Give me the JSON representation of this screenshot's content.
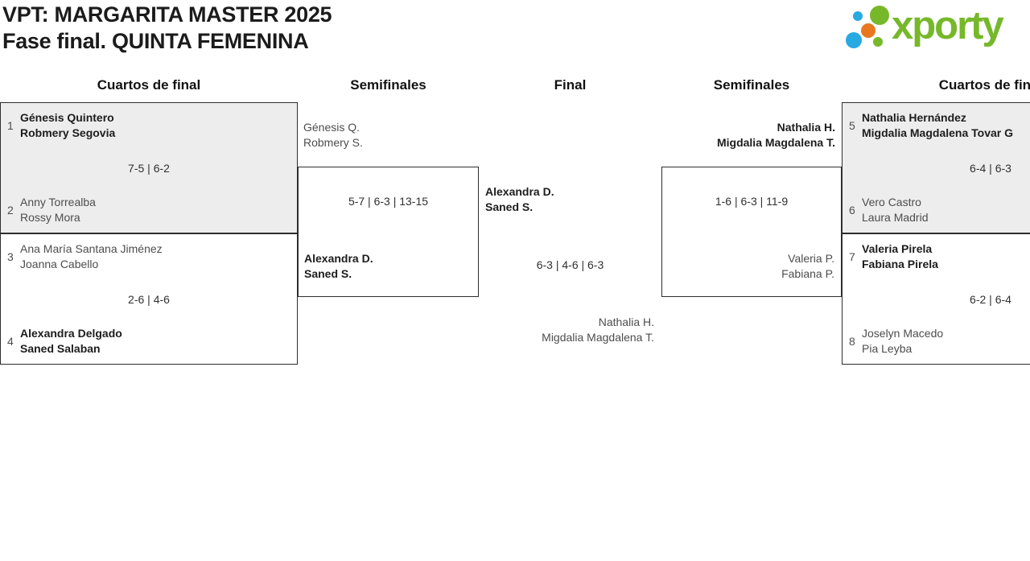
{
  "header": {
    "title_line1": "VPT: MARGARITA MASTER 2025",
    "title_line2": "Fase final. QUINTA FEMENINA",
    "logo_text": "xporty",
    "logo_colors": {
      "green": "#76b82a",
      "blue": "#29a9e1",
      "orange": "#e8781f"
    }
  },
  "rounds": {
    "qf_left": "Cuartos de final",
    "sf_left": "Semifinales",
    "final": "Final",
    "sf_right": "Semifinales",
    "qf_right": "Cuartos de final"
  },
  "colors": {
    "box_border": "#2e2e2e",
    "box_shaded_bg": "#ededed",
    "winner_text": "#1d1d1d",
    "loser_text": "#4d4d4d"
  },
  "matches": {
    "qf1": {
      "seed_top": "1",
      "team_top": [
        "Génesis Quintero",
        "Robmery Segovia"
      ],
      "score": "7-5 | 6-2",
      "seed_bottom": "2",
      "team_bottom": [
        "Anny Torrealba",
        "Rossy Mora"
      ]
    },
    "qf2": {
      "seed_top": "3",
      "team_top": [
        "Ana María Santana Jiménez",
        "Joanna Cabello"
      ],
      "score": "2-6 | 4-6",
      "seed_bottom": "4",
      "team_bottom": [
        "Alexandra Delgado",
        "Saned Salaban"
      ]
    },
    "sf1": {
      "team_top": [
        "Génesis Q.",
        "Robmery S."
      ],
      "score": "5-7 | 6-3 | 13-15",
      "team_bottom": [
        "Alexandra D.",
        "Saned S."
      ]
    },
    "final": {
      "team_top": [
        "Alexandra D.",
        "Saned S."
      ],
      "score": "6-3 | 4-6 | 6-3",
      "team_bottom": [
        "Nathalia H.",
        "Migdalia Magdalena T."
      ]
    },
    "sf2": {
      "team_top": [
        "Nathalia H.",
        "Migdalia Magdalena T."
      ],
      "score": "1-6 | 6-3 | 11-9",
      "team_bottom": [
        "Valeria P.",
        "Fabiana P."
      ]
    },
    "qf3": {
      "seed_top": "5",
      "team_top": [
        "Nathalia Hernández",
        "Migdalia Magdalena Tovar G"
      ],
      "score": "6-4 | 6-3",
      "seed_bottom": "6",
      "team_bottom": [
        "Vero Castro",
        "Laura Madrid"
      ]
    },
    "qf4": {
      "seed_top": "7",
      "team_top": [
        "Valeria Pirela",
        "Fabiana Pirela"
      ],
      "score": "6-2 | 6-4",
      "seed_bottom": "8",
      "team_bottom": [
        "Joselyn Macedo",
        "Pia Leyba"
      ]
    }
  }
}
